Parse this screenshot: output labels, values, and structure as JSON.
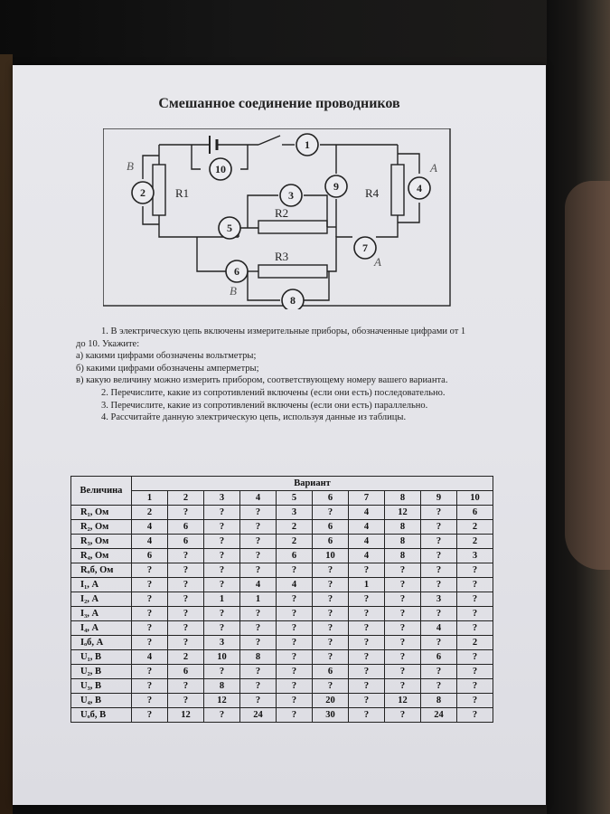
{
  "title": "Смешанное соединение проводников",
  "circuit": {
    "resistors": [
      "R1",
      "R2",
      "R3",
      "R4"
    ],
    "meters": [
      "1",
      "2",
      "3",
      "4",
      "5",
      "6",
      "7",
      "8",
      "9",
      "10"
    ],
    "handwritten": [
      "В",
      "В",
      "А",
      "А",
      "В"
    ]
  },
  "tasks": [
    "1. В электрическую цепь включены измерительные приборы, обозначенные цифрами от 1 до 10. Укажите:",
    "а) какими цифрами обозначены вольтметры;",
    "б) какими цифрами обозначены амперметры;",
    "в) какую величину можно измерить прибором, соответствующему номеру вашего варианта.",
    "2. Перечислите, какие из сопротивлений включены (если они есть) последовательно.",
    "3. Перечислите, какие из сопротивлений включены (если они есть) параллельно.",
    "4. Рассчитайте данную электрическую цепь, используя данные из таблицы."
  ],
  "table": {
    "header_quantity": "Величина",
    "header_variant": "Вариант",
    "variants": [
      "1",
      "2",
      "3",
      "4",
      "5",
      "6",
      "7",
      "8",
      "9",
      "10"
    ],
    "rows": [
      {
        "label": "R₁, Ом",
        "values": [
          "2",
          "?",
          "?",
          "?",
          "3",
          "?",
          "4",
          "12",
          "?",
          "6"
        ]
      },
      {
        "label": "R₂, Ом",
        "values": [
          "4",
          "6",
          "?",
          "?",
          "2",
          "6",
          "4",
          "8",
          "?",
          "2"
        ]
      },
      {
        "label": "R₃, Ом",
        "values": [
          "4",
          "6",
          "?",
          "?",
          "2",
          "6",
          "4",
          "8",
          "?",
          "2"
        ]
      },
      {
        "label": "R₄, Ом",
        "values": [
          "6",
          "?",
          "?",
          "?",
          "6",
          "10",
          "4",
          "8",
          "?",
          "3"
        ]
      },
      {
        "label": "Rₒб, Ом",
        "values": [
          "?",
          "?",
          "?",
          "?",
          "?",
          "?",
          "?",
          "?",
          "?",
          "?"
        ]
      },
      {
        "label": "I₁, А",
        "values": [
          "?",
          "?",
          "?",
          "4",
          "4",
          "?",
          "1",
          "?",
          "?",
          "?"
        ]
      },
      {
        "label": "I₂, А",
        "values": [
          "?",
          "?",
          "1",
          "1",
          "?",
          "?",
          "?",
          "?",
          "3",
          "?"
        ]
      },
      {
        "label": "I₃, А",
        "values": [
          "?",
          "?",
          "?",
          "?",
          "?",
          "?",
          "?",
          "?",
          "?",
          "?"
        ]
      },
      {
        "label": "I₄, А",
        "values": [
          "?",
          "?",
          "?",
          "?",
          "?",
          "?",
          "?",
          "?",
          "4",
          "?"
        ]
      },
      {
        "label": "Iₒб, А",
        "values": [
          "?",
          "?",
          "3",
          "?",
          "?",
          "?",
          "?",
          "?",
          "?",
          "2"
        ]
      },
      {
        "label": "U₁, В",
        "values": [
          "4",
          "2",
          "10",
          "8",
          "?",
          "?",
          "?",
          "?",
          "6",
          "?"
        ]
      },
      {
        "label": "U₂, В",
        "values": [
          "?",
          "6",
          "?",
          "?",
          "?",
          "6",
          "?",
          "?",
          "?",
          "?"
        ]
      },
      {
        "label": "U₃, В",
        "values": [
          "?",
          "?",
          "8",
          "?",
          "?",
          "?",
          "?",
          "?",
          "?",
          "?"
        ]
      },
      {
        "label": "U₄, В",
        "values": [
          "?",
          "?",
          "12",
          "?",
          "?",
          "20",
          "?",
          "12",
          "8",
          "?"
        ]
      },
      {
        "label": "Uₒб, В",
        "values": [
          "?",
          "12",
          "?",
          "24",
          "?",
          "30",
          "?",
          "?",
          "24",
          "?"
        ]
      }
    ]
  }
}
